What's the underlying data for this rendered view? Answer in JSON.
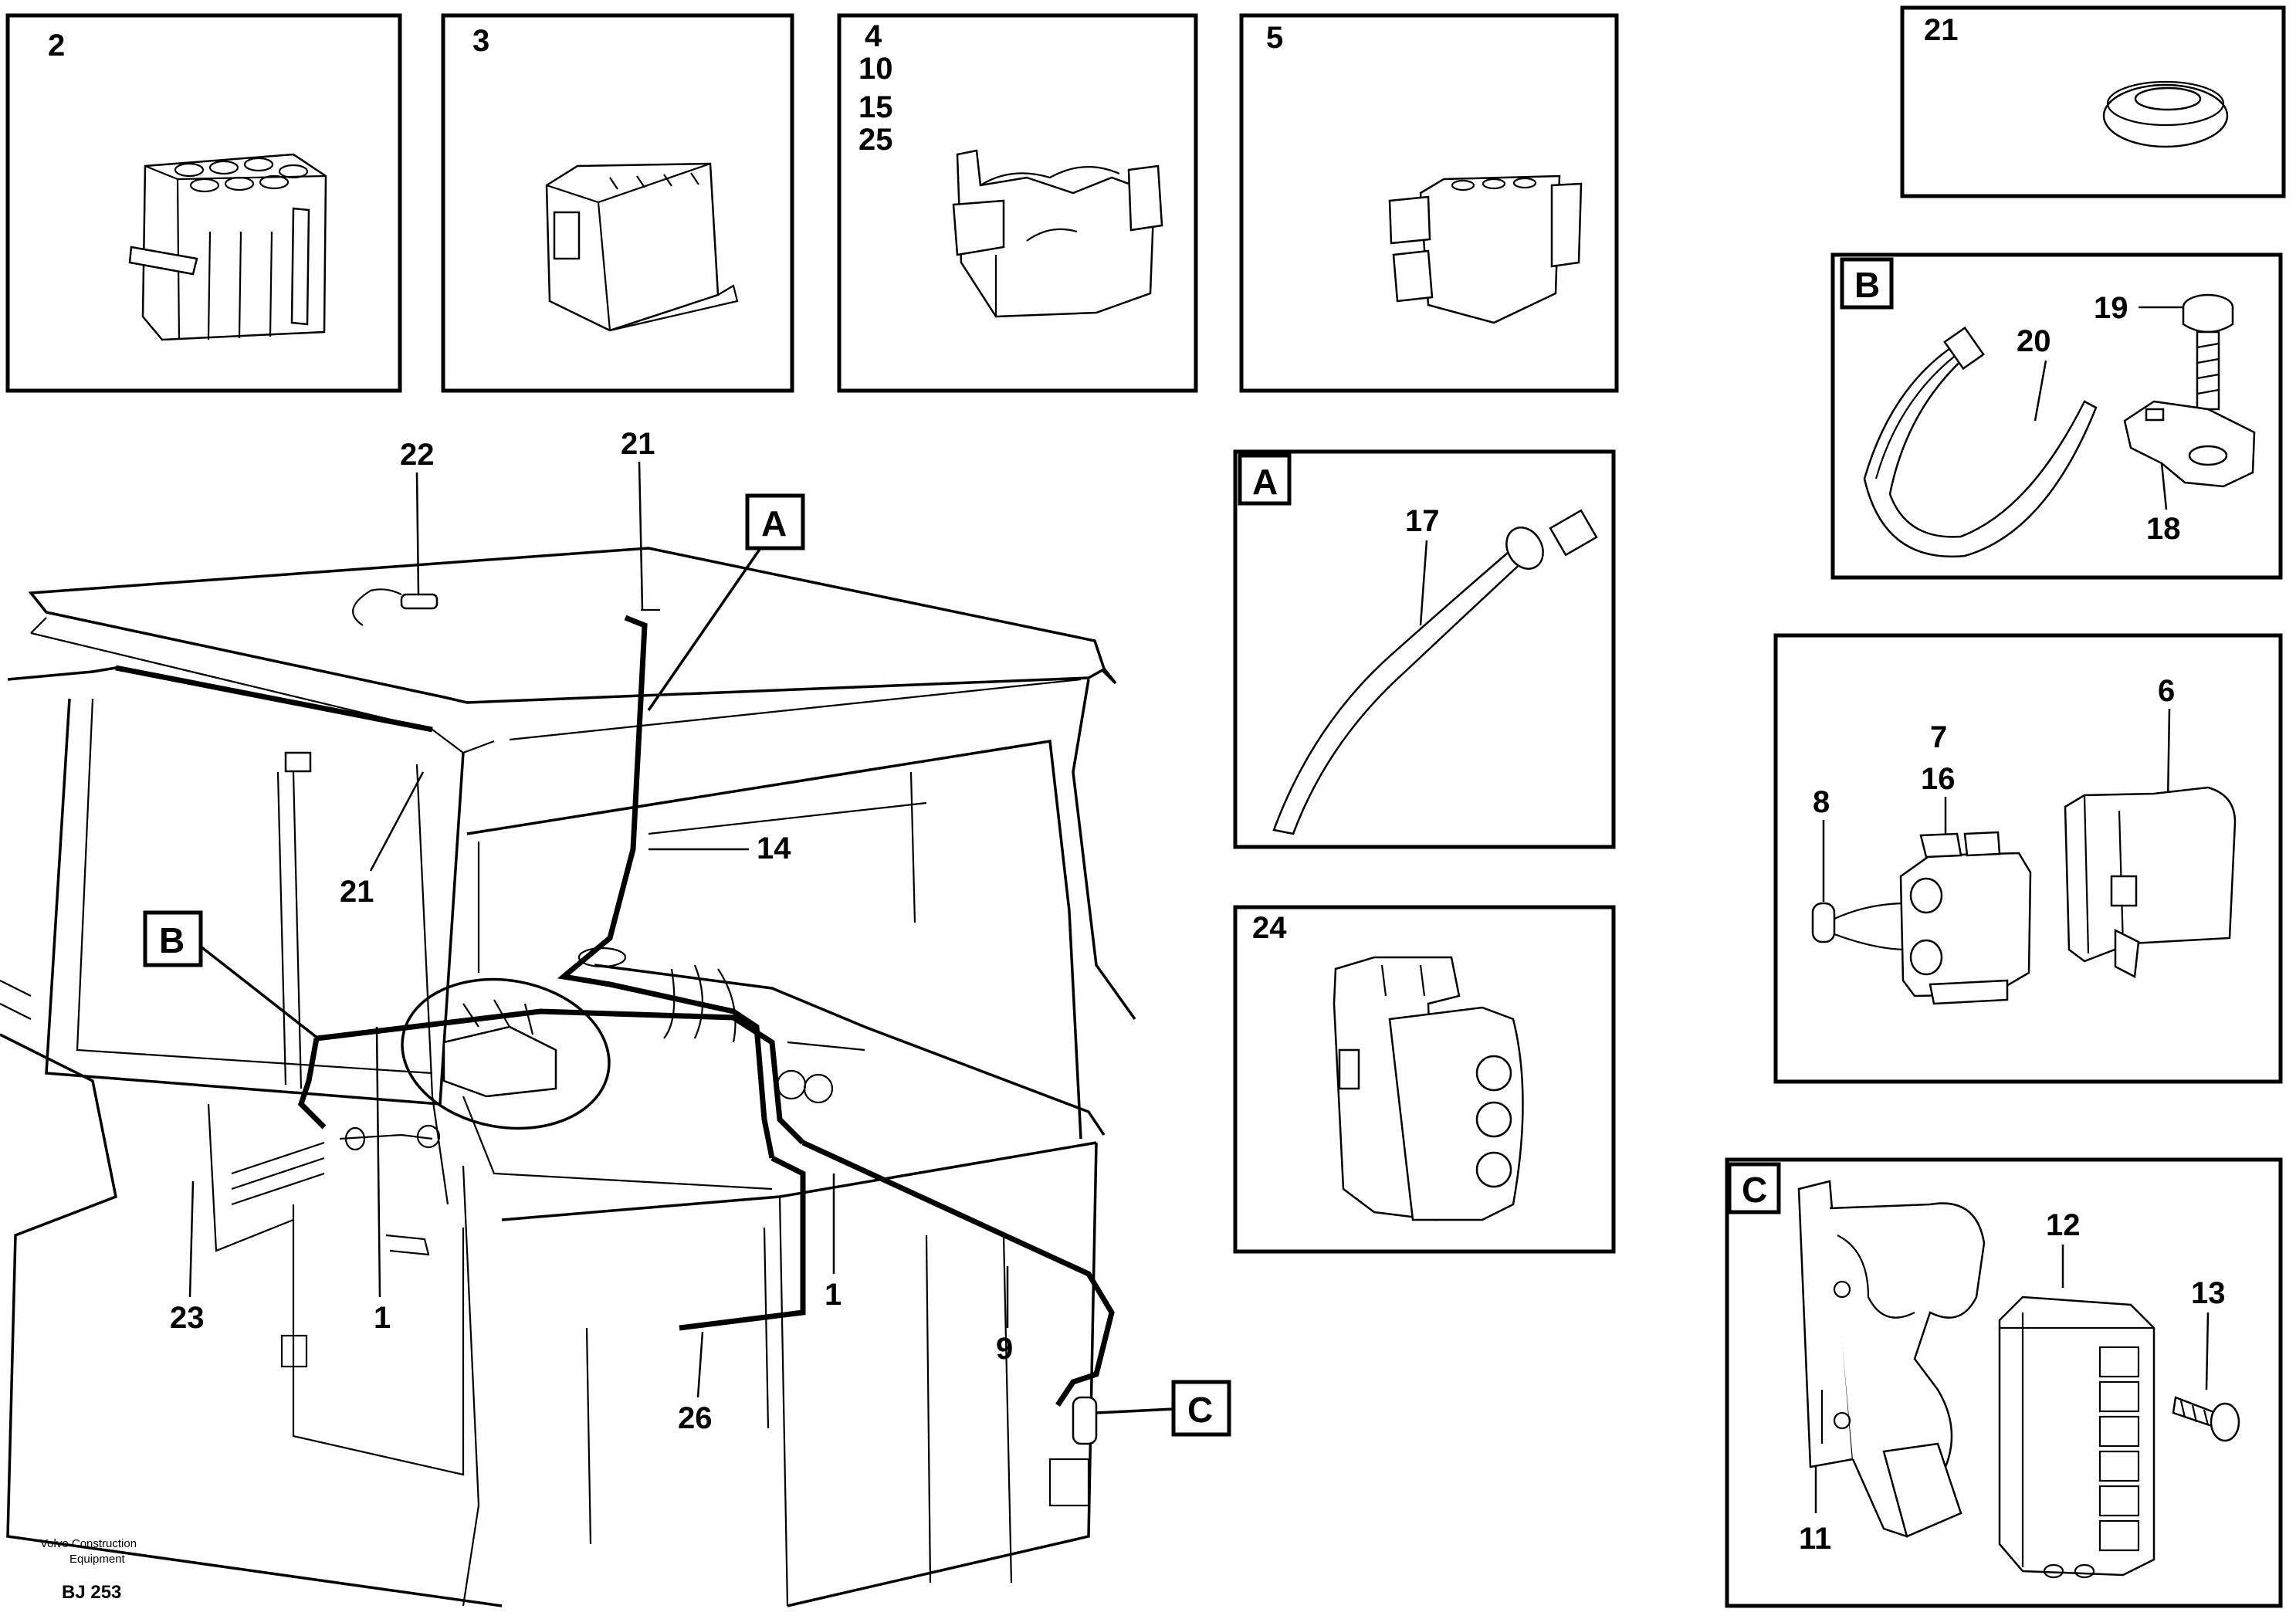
{
  "labels": {
    "p2": "2",
    "p3": "3",
    "p4": "4",
    "p10": "10",
    "p15": "15",
    "p25": "25",
    "p5": "5",
    "p21_box": "21",
    "p19": "19",
    "p20": "20",
    "p18": "18",
    "p6": "6",
    "p7": "7",
    "p16": "16",
    "p8": "8",
    "p12": "12",
    "p13": "13",
    "p11": "11",
    "p17": "17",
    "p24": "24",
    "p22": "22",
    "p21_top": "21",
    "p21_left": "21",
    "p14": "14",
    "p1_left": "1",
    "p1_right": "1",
    "p23": "23",
    "p9": "9",
    "p26": "26"
  },
  "callouts": {
    "A": "A",
    "B": "B",
    "C": "C"
  },
  "footer": {
    "company_line1": "Volvo Construction",
    "company_line2": "Equipment",
    "code": "BJ 253"
  }
}
